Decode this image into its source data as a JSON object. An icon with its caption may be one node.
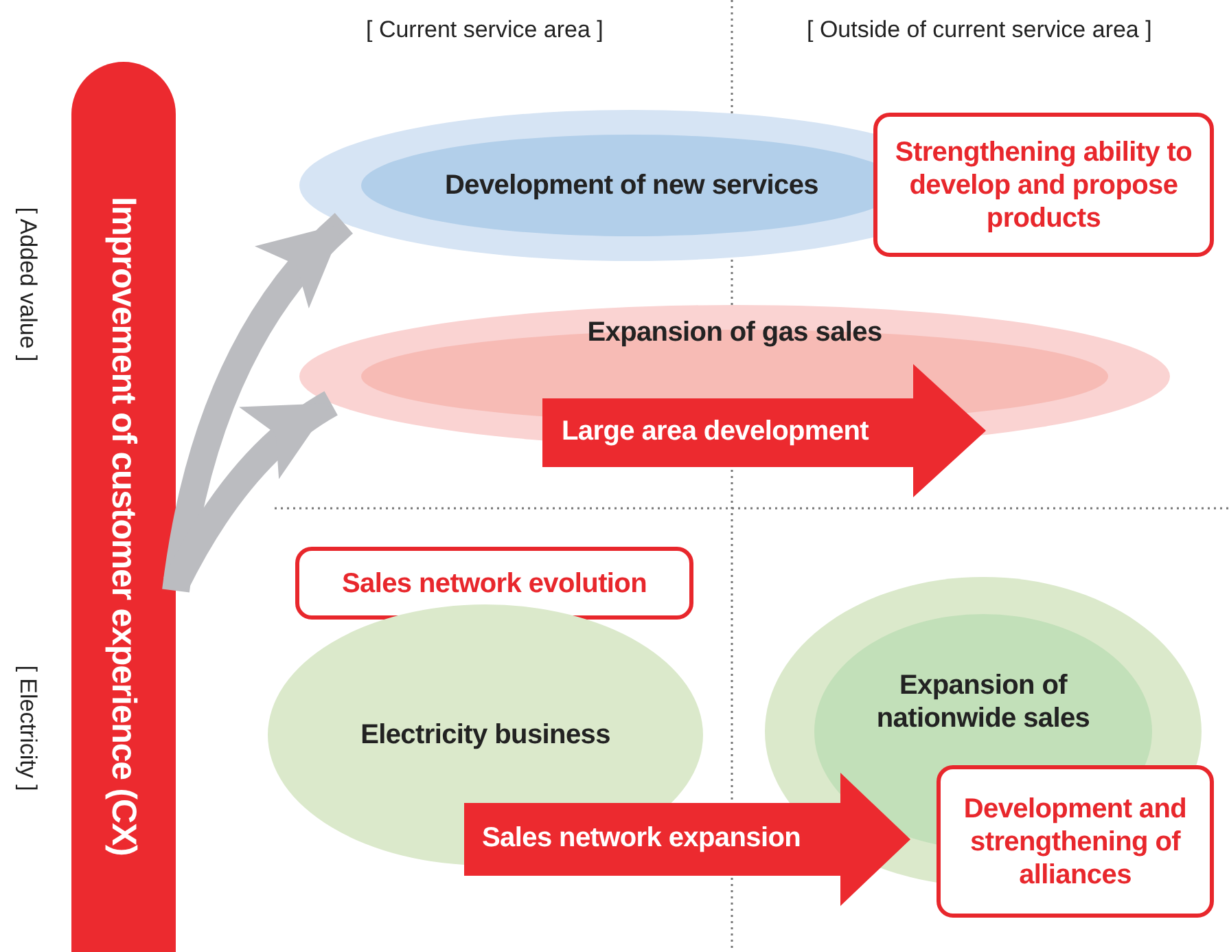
{
  "diagram": {
    "nodes": [
      {
        "text": [
          "Improvement of customer experience (CX)"
        ]
      },
      {
        "text": [
          "Development of new services"
        ]
      },
      {
        "text": [
          "Strengthening ability to develop and propose products"
        ]
      },
      {
        "text": [
          "Expansion of gas sales"
        ]
      },
      {
        "text": [
          "Large area development"
        ]
      },
      {
        "text": [
          "Sales network evolution"
        ]
      },
      {
        "text": [
          "Electricity business"
        ]
      },
      {
        "text": [
          "Expansion of nationwide sales"
        ]
      },
      {
        "text": [
          "Development and strengthening of alliances"
        ]
      }
    ],
    "edges": [
      {
        "from": 0,
        "to": 1,
        "arrow": "to"
      },
      {
        "from": 0,
        "to": 3,
        "arrow": "to"
      },
      {
        "from": 6,
        "to": 7,
        "arrow": "to",
        "label": "Sales network expansion"
      }
    ],
    "labels": [
      "[ Current service area ]",
      "[ Outside of current service area ]",
      "[ Added value ]",
      "[ Electricity ]"
    ]
  }
}
